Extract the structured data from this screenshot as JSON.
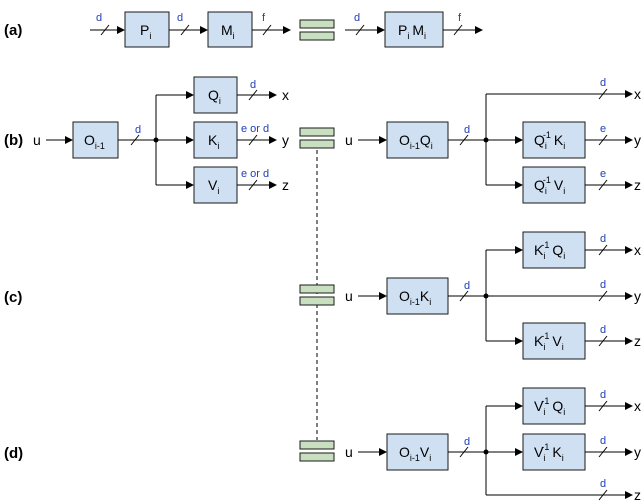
{
  "rows": {
    "a": {
      "label": "(a)"
    },
    "b": {
      "label": "(b)"
    },
    "c": {
      "label": "(c)"
    },
    "d": {
      "label": "(d)"
    }
  },
  "blocks": {
    "p": {
      "main": "P",
      "sub": "i"
    },
    "m": {
      "main": "M",
      "sub": "i"
    },
    "pm": {
      "m1": "P",
      "s1": "i",
      "m2": "M",
      "s2": "i"
    },
    "o_b": {
      "main": "O",
      "sub": "i-1"
    },
    "q_b": {
      "main": "Q",
      "sub": "i"
    },
    "k_b": {
      "main": "K",
      "sub": "i"
    },
    "v_b": {
      "main": "V",
      "sub": "i"
    },
    "oq": {
      "m1": "O",
      "s1": "i-1",
      "m2": "Q",
      "s2": "i"
    },
    "qk": {
      "m1": "Q",
      "s1": "i",
      "sup": "-1",
      "m2": "K",
      "s2": "i"
    },
    "qv": {
      "m1": "Q",
      "s1": "i",
      "sup": "-1",
      "m2": "V",
      "s2": "i"
    },
    "ok": {
      "m1": "O",
      "s1": "i-1",
      "m2": "K",
      "s2": "i"
    },
    "kq": {
      "m1": "K",
      "s1": "i",
      "sup": "-1",
      "m2": "Q",
      "s2": "i"
    },
    "kv": {
      "m1": "K",
      "s1": "i",
      "sup": "-1",
      "m2": "V",
      "s2": "i"
    },
    "ov": {
      "m1": "O",
      "s1": "i-1",
      "m2": "V",
      "s2": "i"
    },
    "vq": {
      "m1": "V",
      "s1": "i",
      "sup": "-1",
      "m2": "Q",
      "s2": "i"
    },
    "vk": {
      "m1": "V",
      "s1": "i",
      "sup": "-1",
      "m2": "K",
      "s2": "i"
    }
  },
  "io": {
    "input": "u",
    "x": "x",
    "y": "y",
    "z": "z"
  },
  "dims": {
    "d": "d",
    "f": "f",
    "e": "e",
    "e_or_d": "e or d"
  }
}
